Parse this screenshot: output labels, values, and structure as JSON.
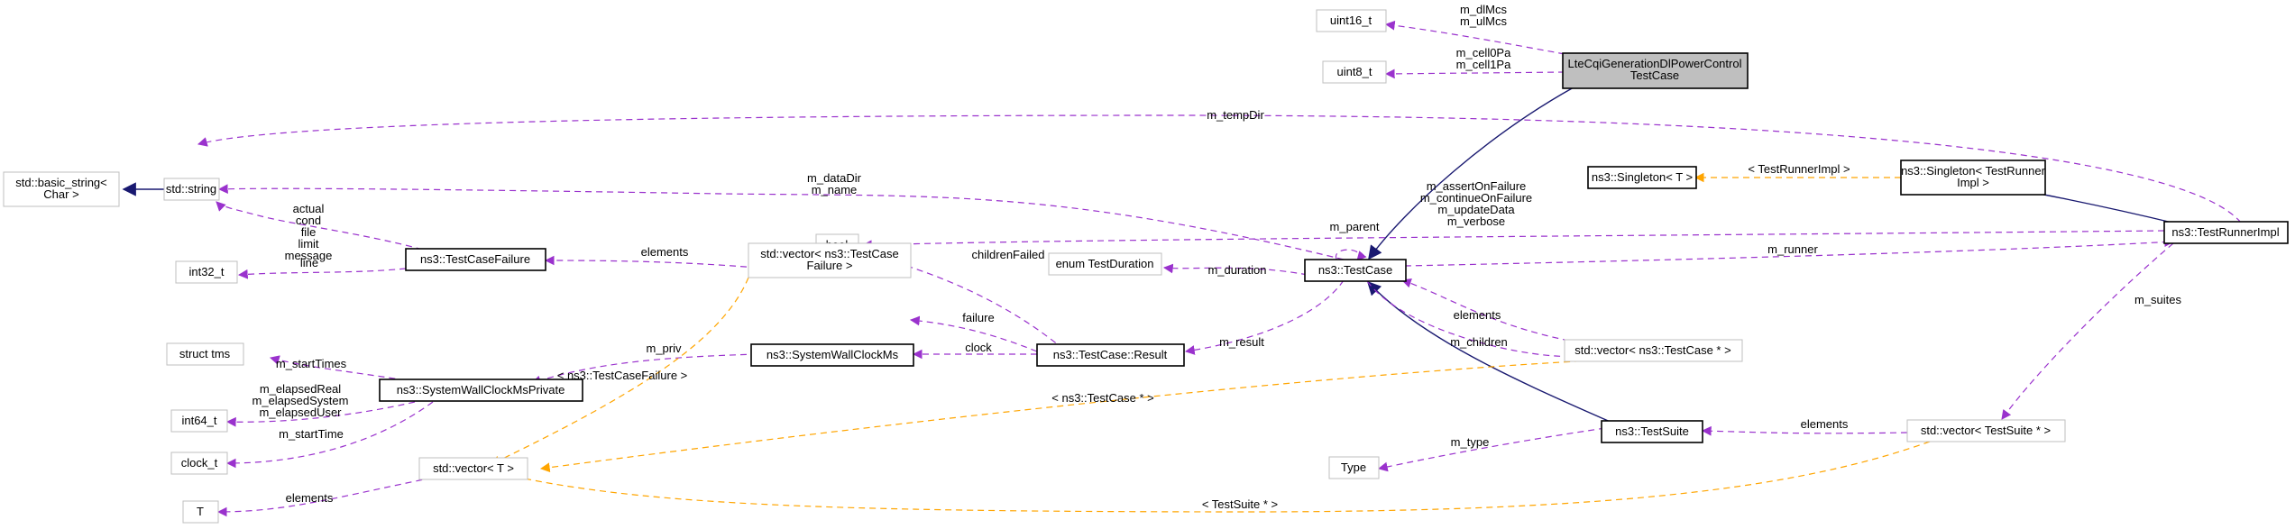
{
  "colors": {
    "usage_edge": "#9a32cd",
    "template_edge": "#ffa500",
    "inheritance_edge": "#191970",
    "focus_fill": "#bfbfbf",
    "gray_border": "#bfbfbf"
  },
  "nodes": {
    "uint16": [
      "uint16_t"
    ],
    "uint8": [
      "uint8_t"
    ],
    "lte_case": [
      "LteCqiGenerationDlPowerControl",
      "TestCase"
    ],
    "basic_string": [
      "std::basic_string<",
      "Char >"
    ],
    "std_string": [
      "std::string"
    ],
    "singleton_t": [
      "ns3::Singleton< T >"
    ],
    "singleton_runner": [
      "ns3::Singleton< TestRunner",
      "Impl >"
    ],
    "test_runner_impl": [
      "ns3::TestRunnerImpl"
    ],
    "bool": [
      "bool"
    ],
    "enum_duration": [
      "enum TestDuration"
    ],
    "test_case": [
      "ns3::TestCase"
    ],
    "int32": [
      "int32_t"
    ],
    "failure": [
      "ns3::TestCaseFailure"
    ],
    "vec_failure": [
      "std::vector< ns3::TestCase",
      "Failure >"
    ],
    "struct_tms": [
      "struct tms"
    ],
    "wall_priv": [
      "ns3::SystemWallClockMsPrivate"
    ],
    "wall_clock": [
      "ns3::SystemWallClockMs"
    ],
    "result": [
      "ns3::TestCase::Result"
    ],
    "vec_case": [
      "std::vector< ns3::TestCase * >"
    ],
    "int64": [
      "int64_t"
    ],
    "clock_t": [
      "clock_t"
    ],
    "test_suite": [
      "ns3::TestSuite"
    ],
    "vec_suite": [
      "std::vector< TestSuite * >"
    ],
    "type": [
      "Type"
    ],
    "vec_t": [
      "std::vector< T >"
    ],
    "t": [
      "T"
    ]
  },
  "edge_labels": {
    "dl_mcs": [
      "m_dlMcs",
      "m_ulMcs"
    ],
    "cell_pa": [
      "m_cell0Pa",
      "m_cell1Pa"
    ],
    "temp_dir": [
      "m_tempDir"
    ],
    "data_dir": [
      "m_dataDir",
      "m_name"
    ],
    "failure_strings": [
      "actual",
      "cond",
      "file",
      "limit",
      "message"
    ],
    "runner_flags": [
      "m_assertOnFailure",
      "m_continueOnFailure",
      "m_updateData",
      "m_verbose"
    ],
    "singleton_tmpl": [
      "< TestRunnerImpl >"
    ],
    "children_failed": [
      "childrenFailed"
    ],
    "duration": [
      "m_duration"
    ],
    "parent": [
      "m_parent"
    ],
    "runner": [
      "m_runner"
    ],
    "line": [
      "line"
    ],
    "failure_elements": [
      "elements"
    ],
    "failure_link": [
      "failure"
    ],
    "case_elements": [
      "elements"
    ],
    "start_times": [
      "m_startTimes"
    ],
    "priv": [
      "m_priv"
    ],
    "clock": [
      "clock"
    ],
    "result": [
      "m_result"
    ],
    "children": [
      "m_children"
    ],
    "suites": [
      "m_suites"
    ],
    "vec_failure_tmpl": [
      "< ns3::TestCaseFailure >"
    ],
    "elapsed": [
      "m_elapsedReal",
      "m_elapsedSystem",
      "m_elapsedUser"
    ],
    "vec_case_tmpl": [
      "< ns3::TestCase * >"
    ],
    "start_time": [
      "m_startTime"
    ],
    "m_type": [
      "m_type"
    ],
    "suite_elements": [
      "elements"
    ],
    "t_elements": [
      "elements"
    ],
    "vec_suite_tmpl": [
      "< TestSuite * >"
    ]
  }
}
